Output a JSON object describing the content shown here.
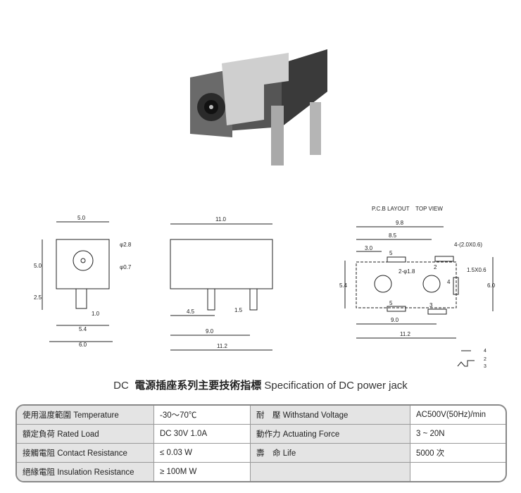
{
  "title": {
    "prefix": "DC",
    "chinese": "電源插座系列主要技術指標",
    "english": "Specification of DC power jack"
  },
  "drawings": {
    "front": {
      "dims": [
        "5.0",
        "φ2.8",
        "φ0.7",
        "5.0",
        "2.5",
        "1.0",
        "5.4",
        "6.0"
      ]
    },
    "side": {
      "dims": [
        "11.0",
        "4.5",
        "1.5",
        "9.0",
        "11.2"
      ]
    },
    "pcb": {
      "heading": "P.C.B LAYOUT    TOP VIEW",
      "dims": [
        "9.8",
        "8.5",
        "3.0",
        "4-(2.0X0.6)",
        "1.5X0.6",
        "2-φ1.8",
        "5.4",
        "6.0",
        "9.0",
        "11.2"
      ],
      "pins": [
        "5",
        "2",
        "4",
        "5",
        "3"
      ],
      "schematic_pins": [
        "4",
        "2",
        "3"
      ]
    }
  },
  "spec_table": {
    "rows": [
      [
        "使用溫度範圍 Temperature",
        "-30～70℃",
        "耐　壓 Withstand Voltage",
        "AC500V(50Hz)/min"
      ],
      [
        "額定負荷 Rated Load",
        "DC 30V 1.0A",
        "動作力 Actuating Force",
        "3 ~ 20N"
      ],
      [
        "接觸電阻 Contact Resistance",
        "≤ 0.03 W",
        "壽　命 Life",
        "5000 次"
      ],
      [
        "絕緣電阻 Insulation Resistance",
        "≥ 100M W",
        "",
        ""
      ]
    ]
  }
}
